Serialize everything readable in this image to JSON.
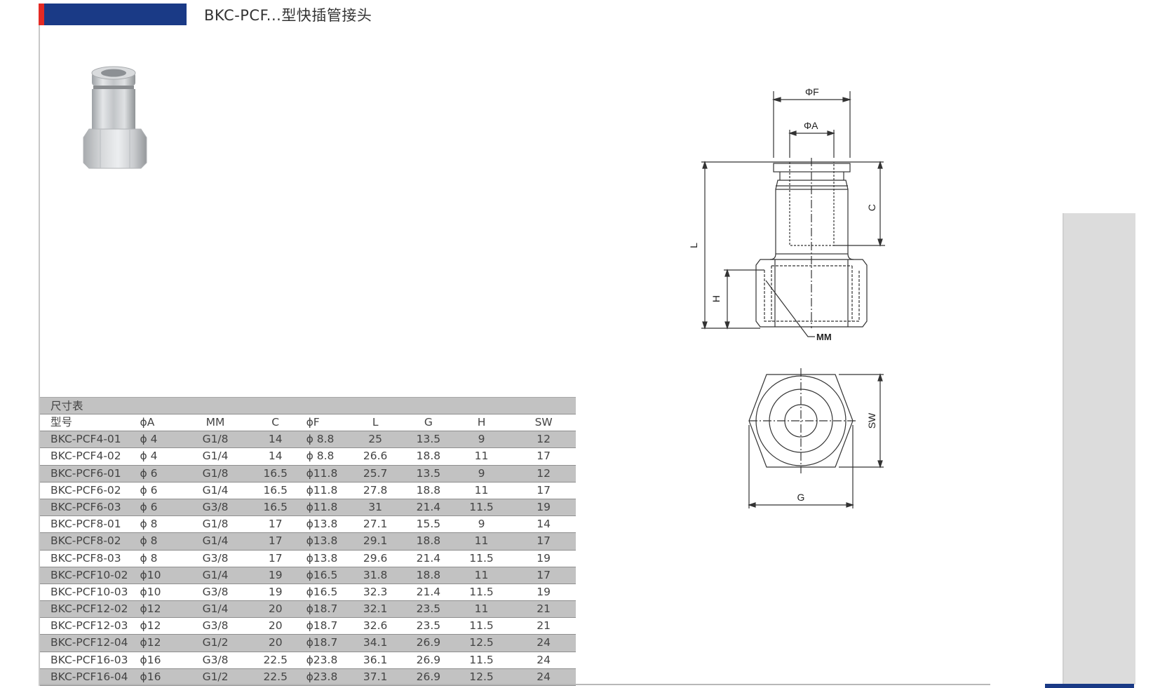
{
  "header": {
    "title": "BKC-PCF...型快插管接头",
    "accent_red": "#e42a24",
    "accent_blue": "#1a3a86"
  },
  "product_photo": {
    "alt": "push-in female connector photo"
  },
  "drawing": {
    "labels": {
      "phiF": "ΦF",
      "phiA": "ΦA",
      "L": "L",
      "C": "C",
      "H": "H",
      "MM": "MM",
      "SW": "SW",
      "G": "G"
    }
  },
  "table": {
    "caption": "尺寸表",
    "columns": [
      "型号",
      "ϕA",
      "MM",
      "C",
      "ϕF",
      "L",
      "G",
      "H",
      "SW"
    ],
    "rows": [
      [
        "BKC-PCF4-01",
        "ϕ 4",
        "G1/8",
        "14",
        "ϕ 8.8",
        "25",
        "13.5",
        "9",
        "12"
      ],
      [
        "BKC-PCF4-02",
        "ϕ 4",
        "G1/4",
        "14",
        "ϕ 8.8",
        "26.6",
        "18.8",
        "11",
        "17"
      ],
      [
        "BKC-PCF6-01",
        "ϕ 6",
        "G1/8",
        "16.5",
        "ϕ11.8",
        "25.7",
        "13.5",
        "9",
        "12"
      ],
      [
        "BKC-PCF6-02",
        "ϕ 6",
        "G1/4",
        "16.5",
        "ϕ11.8",
        "27.8",
        "18.8",
        "11",
        "17"
      ],
      [
        "BKC-PCF6-03",
        "ϕ 6",
        "G3/8",
        "16.5",
        "ϕ11.8",
        "31",
        "21.4",
        "11.5",
        "19"
      ],
      [
        "BKC-PCF8-01",
        "ϕ 8",
        "G1/8",
        "17",
        "ϕ13.8",
        "27.1",
        "15.5",
        "9",
        "14"
      ],
      [
        "BKC-PCF8-02",
        "ϕ 8",
        "G1/4",
        "17",
        "ϕ13.8",
        "29.1",
        "18.8",
        "11",
        "17"
      ],
      [
        "BKC-PCF8-03",
        "ϕ 8",
        "G3/8",
        "17",
        "ϕ13.8",
        "29.6",
        "21.4",
        "11.5",
        "19"
      ],
      [
        "BKC-PCF10-02",
        "ϕ10",
        "G1/4",
        "19",
        "ϕ16.5",
        "31.8",
        "18.8",
        "11",
        "17"
      ],
      [
        "BKC-PCF10-03",
        "ϕ10",
        "G3/8",
        "19",
        "ϕ16.5",
        "32.3",
        "21.4",
        "11.5",
        "19"
      ],
      [
        "BKC-PCF12-02",
        "ϕ12",
        "G1/4",
        "20",
        "ϕ18.7",
        "32.1",
        "23.5",
        "11",
        "21"
      ],
      [
        "BKC-PCF12-03",
        "ϕ12",
        "G3/8",
        "20",
        "ϕ18.7",
        "32.6",
        "23.5",
        "11.5",
        "21"
      ],
      [
        "BKC-PCF12-04",
        "ϕ12",
        "G1/2",
        "20",
        "ϕ18.7",
        "34.1",
        "26.9",
        "12.5",
        "24"
      ],
      [
        "BKC-PCF16-03",
        "ϕ16",
        "G3/8",
        "22.5",
        "ϕ23.8",
        "36.1",
        "26.9",
        "11.5",
        "24"
      ],
      [
        "BKC-PCF16-04",
        "ϕ16",
        "G1/2",
        "22.5",
        "ϕ23.8",
        "37.1",
        "26.9",
        "12.5",
        "24"
      ]
    ]
  }
}
